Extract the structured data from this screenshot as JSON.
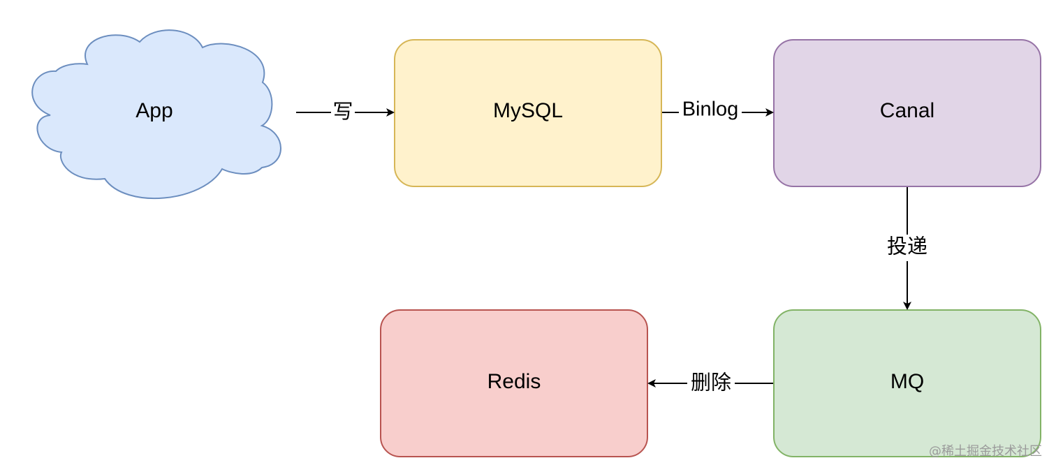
{
  "nodes": {
    "app": {
      "label": "App",
      "shape": "cloud",
      "fill": "#dae8fc",
      "stroke": "#6c8ebf"
    },
    "mysql": {
      "label": "MySQL",
      "shape": "rectangle",
      "fill": "#fff2cc",
      "stroke": "#d6b656"
    },
    "canal": {
      "label": "Canal",
      "shape": "rectangle",
      "fill": "#e1d5e7",
      "stroke": "#9673a6"
    },
    "mq": {
      "label": "MQ",
      "shape": "rectangle",
      "fill": "#d5e8d4",
      "stroke": "#82b366"
    },
    "redis": {
      "label": "Redis",
      "shape": "rectangle",
      "fill": "#f8cecc",
      "stroke": "#b85450"
    }
  },
  "edges": [
    {
      "from": "App",
      "to": "MySQL",
      "label": "写"
    },
    {
      "from": "MySQL",
      "to": "Canal",
      "label": "Binlog"
    },
    {
      "from": "Canal",
      "to": "MQ",
      "label": "投递"
    },
    {
      "from": "MQ",
      "to": "Redis",
      "label": "删除"
    }
  ],
  "watermark": "@稀土掘金技术社区"
}
